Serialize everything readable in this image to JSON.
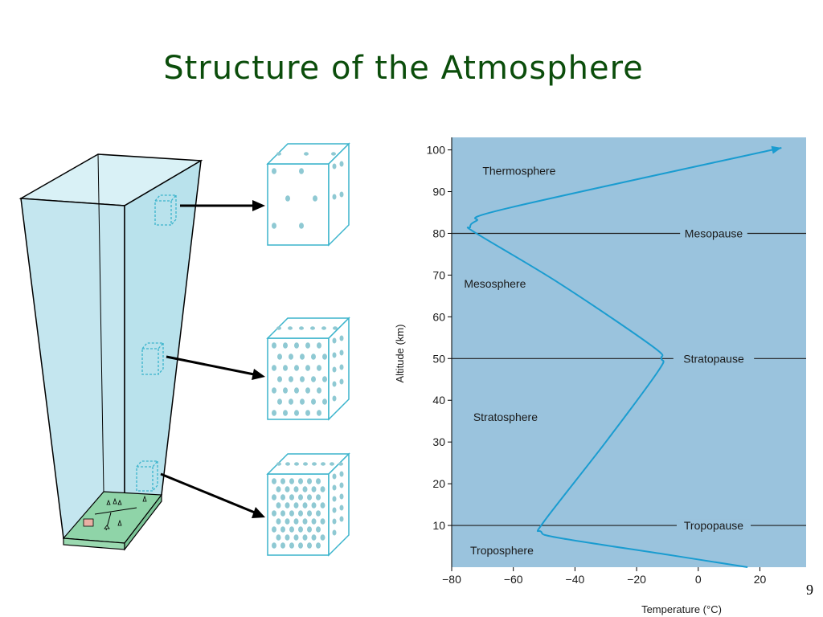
{
  "slide": {
    "title": "Structure of the Atmosphere",
    "page_number": "9"
  },
  "colors": {
    "title": "#0b4d0b",
    "column_fill": "#cdebf2",
    "cube_stroke": "#3bb4cc",
    "dot": "#8fc9d3",
    "plot_bg": "#9ac3dd",
    "curve": "#1a9cd0",
    "ground": "#8fd4a8"
  },
  "density_cubes": [
    {
      "level": "high altitude",
      "dot_density": "sparse"
    },
    {
      "level": "mid altitude",
      "dot_density": "medium"
    },
    {
      "level": "near surface",
      "dot_density": "dense"
    }
  ],
  "chart_data": {
    "type": "line",
    "xlabel": "Temperature (°C)",
    "ylabel": "Altitude (km)",
    "xlim": [
      -80,
      35
    ],
    "ylim": [
      0,
      103
    ],
    "x_ticks": [
      "−80",
      "−60",
      "−40",
      "−20",
      "0",
      "20"
    ],
    "x_tick_values": [
      -80,
      -60,
      -40,
      -20,
      0,
      20
    ],
    "y_ticks": [
      "10",
      "20",
      "30",
      "40",
      "50",
      "60",
      "70",
      "80",
      "90",
      "100"
    ],
    "y_tick_values": [
      10,
      20,
      30,
      40,
      50,
      60,
      70,
      80,
      90,
      100
    ],
    "series": [
      {
        "points": [
          [
            16,
            0
          ],
          [
            -10,
            3
          ],
          [
            -45,
            7
          ],
          [
            -51,
            8.5
          ],
          [
            -50,
            11
          ],
          [
            -30,
            30
          ],
          [
            -13,
            47
          ],
          [
            -12,
            50
          ],
          [
            -15,
            53
          ],
          [
            -45,
            68
          ],
          [
            -72,
            80
          ],
          [
            -74,
            81.5
          ],
          [
            -72,
            83
          ],
          [
            -62,
            86
          ],
          [
            27,
            100.5
          ]
        ],
        "arrow_end": true
      }
    ],
    "boundaries": [
      {
        "label": "Tropopause",
        "altitude": 10
      },
      {
        "label": "Stratopause",
        "altitude": 50
      },
      {
        "label": "Mesopause",
        "altitude": 80
      }
    ],
    "layers": [
      {
        "label": "Troposphere",
        "x": -74,
        "y": 4
      },
      {
        "label": "Stratosphere",
        "x": -73,
        "y": 36
      },
      {
        "label": "Mesosphere",
        "x": -76,
        "y": 68
      },
      {
        "label": "Thermosphere",
        "x": -70,
        "y": 95
      }
    ]
  }
}
